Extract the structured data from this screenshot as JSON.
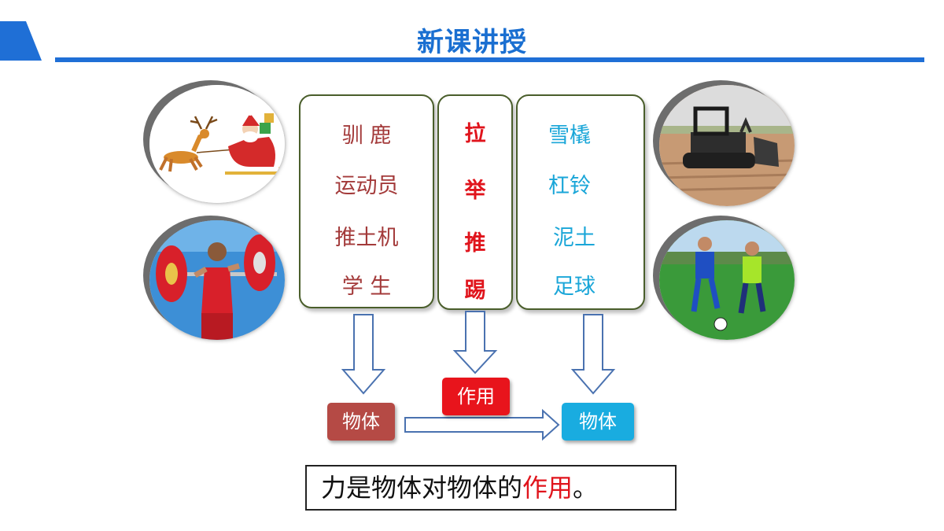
{
  "header": {
    "title": "新课讲授"
  },
  "colors": {
    "accent_blue": "#1f6fd6",
    "dark_red": "#a33a3a",
    "bright_red": "#e0141c",
    "cyan": "#1aa6d8",
    "tag_red_brown": "#b54a45",
    "tag_cyan": "#19ace0"
  },
  "images": {
    "reindeer_sleigh": "reindeer-sleigh-image",
    "weightlifter": "weightlifter-image",
    "bulldozer": "bulldozer-image",
    "football_players": "football-players-image"
  },
  "subjects": [
    "驯 鹿",
    "运动员",
    "推土机",
    "学 生"
  ],
  "actions": [
    "拉",
    "举",
    "推",
    "踢"
  ],
  "objects": [
    "雪橇",
    "杠铃",
    "泥土",
    "足球"
  ],
  "flow": {
    "left_tag": "物体",
    "middle_tag": "作用",
    "right_tag": "物体"
  },
  "conclusion": {
    "before": "力是物体对物体的",
    "highlight": "作用",
    "after": "。"
  }
}
